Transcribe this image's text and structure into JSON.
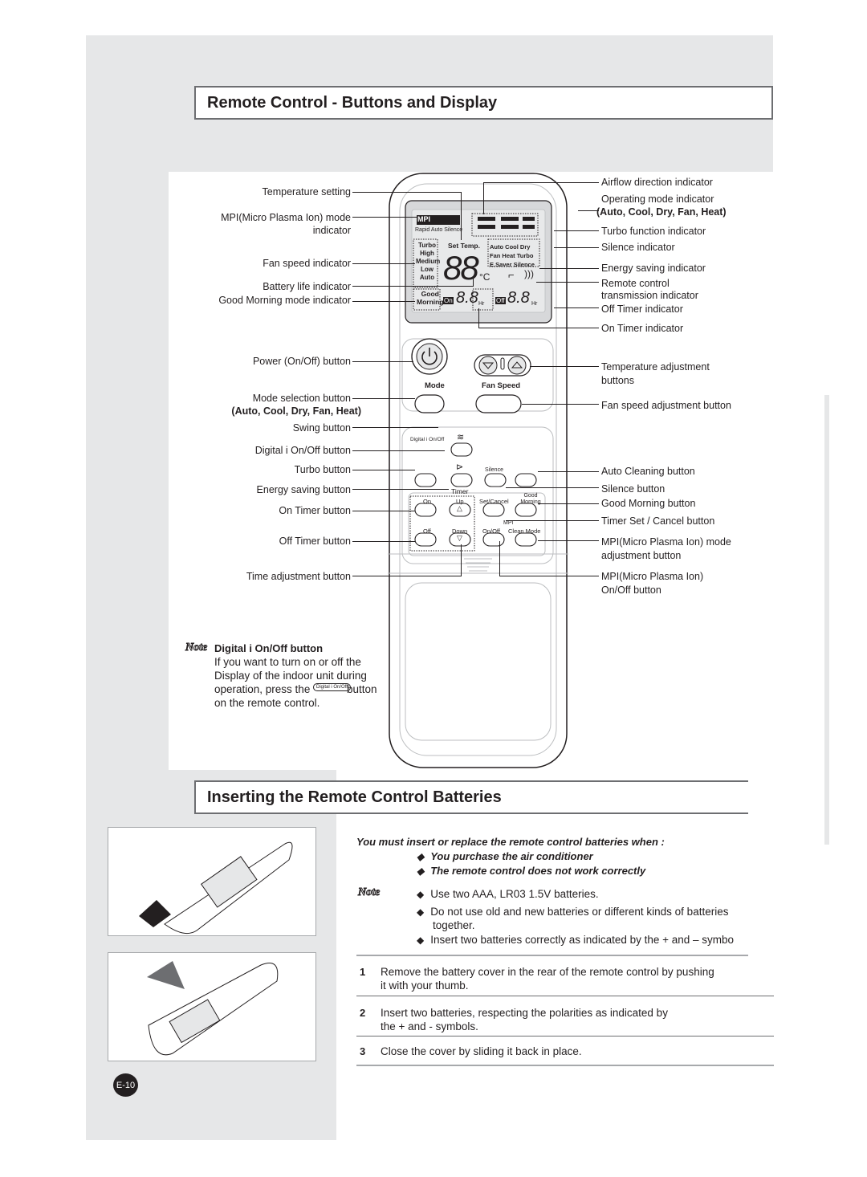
{
  "section1": {
    "title": "Remote Control - Buttons and Display"
  },
  "section2": {
    "title": "Inserting the Remote Control Batteries"
  },
  "left_labels": [
    "Temperature setting",
    "MPI(Micro Plasma Ion) mode",
    "indicator",
    "Fan speed indicator",
    "Battery life indicator",
    "Good Morning mode indicator",
    "Power (On/Off) button",
    "Mode selection button",
    "(Auto, Cool, Dry, Fan, Heat)",
    "Swing button",
    "Digital i On/Off button",
    "Turbo button",
    "Energy saving button",
    "On Timer button",
    "Off Timer button",
    "Time adjustment button"
  ],
  "right_labels": [
    "Airflow direction indicator",
    "Operating mode indicator",
    "(Auto, Cool, Dry, Fan, Heat)",
    "Turbo function indicator",
    "Silence indicator",
    "Energy saving indicator",
    "Remote control",
    "transmission indicator",
    "Off Timer indicator",
    "On Timer indicator",
    "Temperature adjustment",
    "buttons",
    "Fan speed adjustment button",
    "Auto Cleaning button",
    "Silence button",
    "Good Morning button",
    "Timer Set / Cancel button",
    "MPI(Micro Plasma Ion) mode",
    "adjustment button",
    "MPI(Micro Plasma Ion)",
    "On/Off button"
  ],
  "remote": {
    "mpi": "MPI",
    "rapid_auto_silence": "Rapid Auto Silence",
    "set_temp": "Set Temp.",
    "fan_levels": [
      "Turbo",
      "High",
      "Medium",
      "Low",
      "Auto"
    ],
    "modes_row1": "Auto Cool Dry",
    "modes_row2": "Fan Heat Turbo",
    "modes_row3": "E.Saver Silence",
    "digits": "88",
    "deg": "°C",
    "good": "Good",
    "morning": "Morning",
    "on": "On",
    "off": "Off",
    "hr": "Hr",
    "timer_digits": "8.8",
    "mode": "Mode",
    "fan_speed": "Fan Speed",
    "digital_onoff": "Digital i On/Off",
    "silence": "Silence",
    "timer": "Timer",
    "up": "Up",
    "down": "Down",
    "set_cancel": "Set/Cancel",
    "good_morning": "Good Morning",
    "mpi_small": "MPI",
    "mpi_onoff": "On/Off",
    "clean_mode": "Clean Mode",
    "timer_on": "On",
    "timer_off": "Off"
  },
  "note1": {
    "badge": "Note",
    "title": "Digital i On/Off button",
    "lines": [
      "If you want to turn on or off the",
      "Display of the indoor unit during",
      "operation, press the",
      "button",
      "on the remote control."
    ],
    "inline_button": "Digital i On/Off"
  },
  "batteries": {
    "intro": "You must insert or replace the remote control batteries when :",
    "conditions": [
      "You purchase the air conditioner",
      "The remote control does not work correctly"
    ],
    "note_badge": "Note",
    "notes": [
      "Use two AAA, LR03 1.5V batteries.",
      "Do not use old and new batteries or different kinds of batteries",
      "together.",
      "Insert two batteries correctly as indicated by the + and – symbo"
    ],
    "steps": [
      {
        "num": "1",
        "lines": [
          "Remove the battery cover in the rear of the remote control by pushing",
          "it with your thumb."
        ]
      },
      {
        "num": "2",
        "lines": [
          "Insert two batteries, respecting the polarities as indicated by",
          "the + and - symbols."
        ]
      },
      {
        "num": "3",
        "lines": [
          "Close the cover by sliding it back in place."
        ]
      }
    ]
  },
  "page_number": "E-10",
  "colors": {
    "text": "#231f20",
    "panel_grey": "#e6e7e8",
    "lcd": "#d7d8da",
    "border": "#6d6e71"
  }
}
